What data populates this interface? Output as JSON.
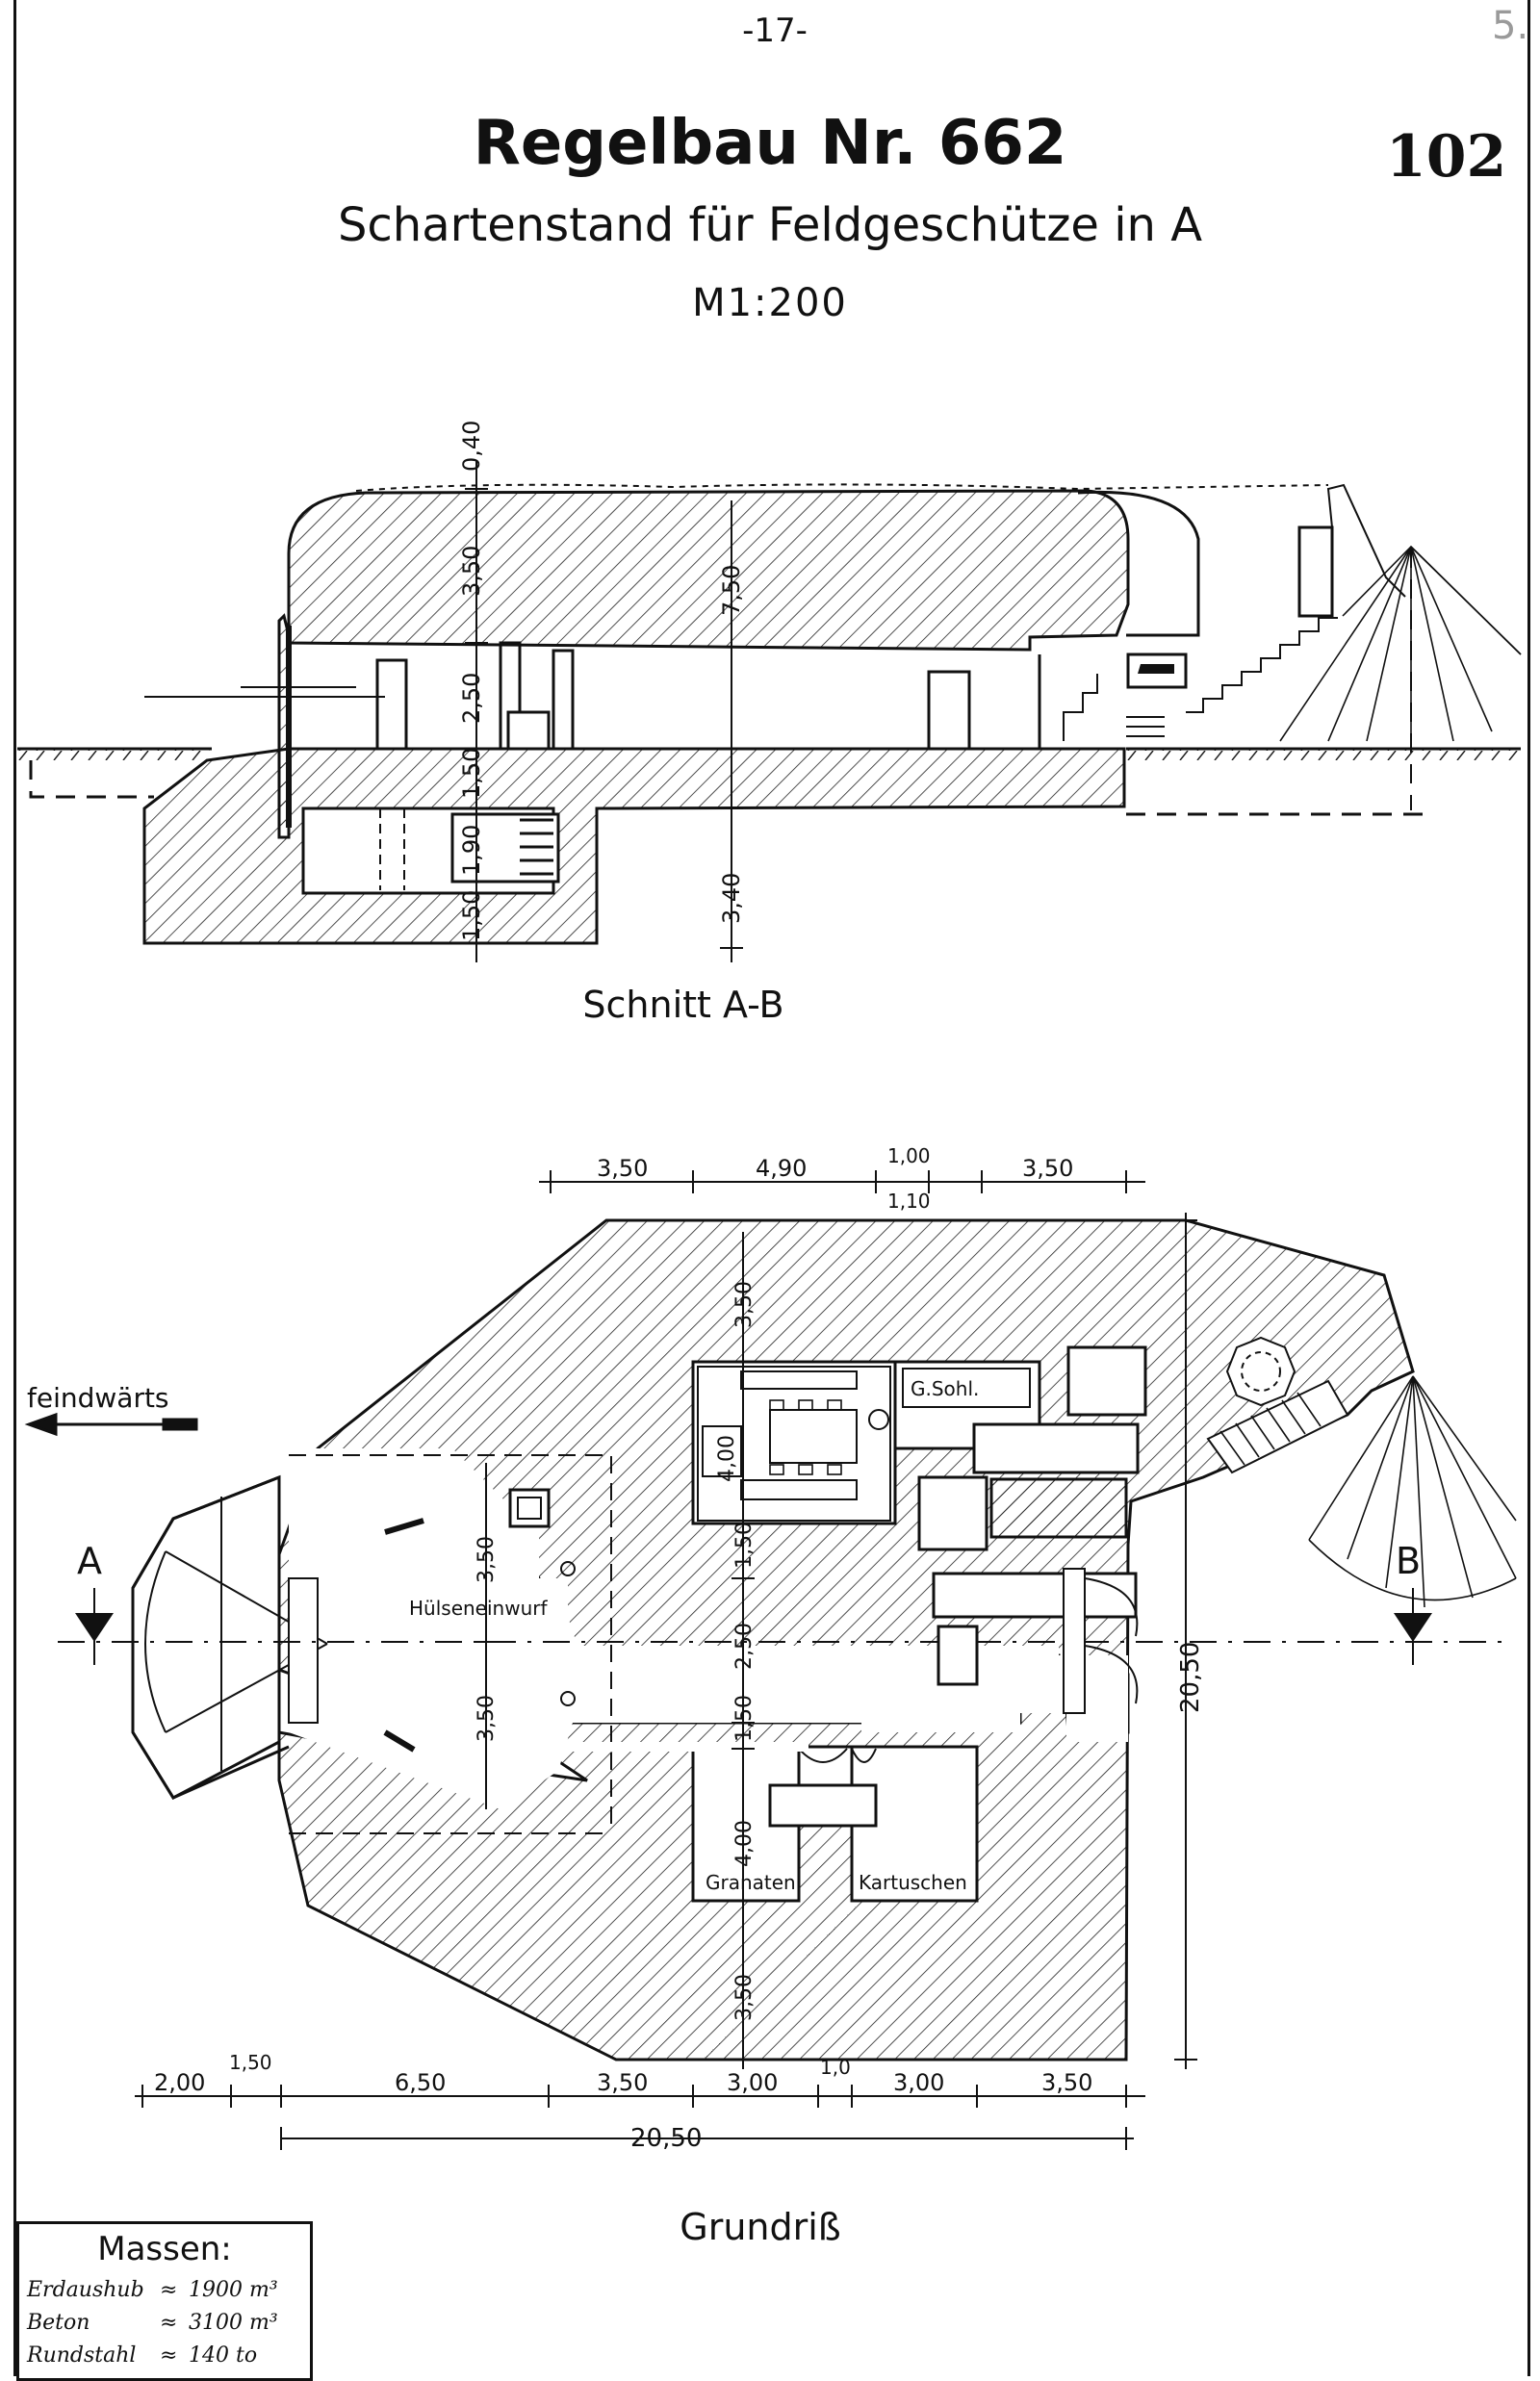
{
  "page_number": "-17-",
  "sheet_number": "102",
  "corner_mark": "5.",
  "title": "Regelbau Nr. 662",
  "subtitle": "Schartenstand für Feldgeschütze in A",
  "scale": "M1:200",
  "section": {
    "caption": "Schnitt A-B",
    "dims": [
      "0,40",
      "3,50",
      "7,50",
      "2,50",
      "1,50",
      "1,90",
      "1,50",
      "3,40"
    ]
  },
  "plan": {
    "caption": "Grundriß",
    "direction_label": "feindwärts",
    "marker_a": "A",
    "marker_b": "B",
    "rooms": [
      "G.Sohl.",
      "Hülseneinwurf",
      "Granaten",
      "Kartuschen"
    ],
    "top_dims": [
      "3,50",
      "4,90",
      "1,00",
      "1,10",
      "3,50"
    ],
    "bottom_dims": [
      "2,00",
      "1,50",
      "6,50",
      "3,50",
      "3,00",
      "1,0",
      "3,00",
      "3,50"
    ],
    "total_width": "20,50",
    "right_dim": "20,50",
    "inner_dims": [
      "3,50",
      "4,00",
      "1,50",
      "2,50",
      "1,50",
      "4,00",
      "3,50",
      "3,50",
      "3,50"
    ]
  },
  "massen": {
    "title": "Massen:",
    "rows": [
      {
        "label": "Erdaushub",
        "sym": "≈",
        "value": "1900 m³"
      },
      {
        "label": "Beton",
        "sym": "≈",
        "value": "3100 m³"
      },
      {
        "label": "Rundstahl",
        "sym": "≈",
        "value": "140 to"
      }
    ]
  }
}
